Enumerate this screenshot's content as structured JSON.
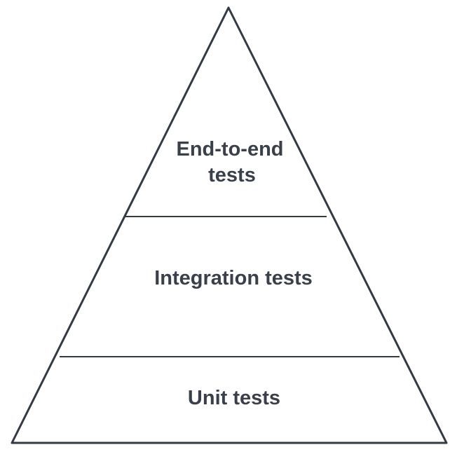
{
  "pyramid": {
    "tiers": [
      {
        "label_line1": "End-to-end",
        "label_line2": "tests"
      },
      {
        "label": "Integration tests"
      },
      {
        "label": "Unit tests"
      }
    ]
  },
  "colors": {
    "outline": "#333a44",
    "text": "#3a404a",
    "background": "#ffffff"
  }
}
